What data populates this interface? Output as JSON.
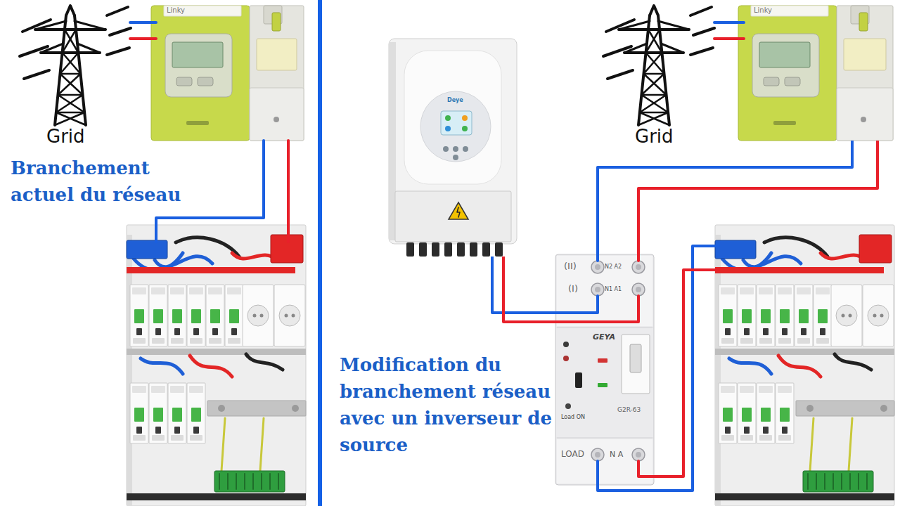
{
  "diagram": {
    "nodes": [
      {
        "text": [
          "Linky"
        ]
      },
      {
        "text": [
          "Linky"
        ]
      },
      {
        "text": [
          "Deye"
        ]
      },
      {
        "text": [
          "(II)",
          "N2 A2",
          "(I)",
          "N1 A1",
          "GEYA",
          "Load ON",
          "G2R-63",
          "LOAD",
          "N A"
        ]
      }
    ],
    "edges": [
      {
        "from": 1,
        "to": 3,
        "arrow": "none"
      },
      {
        "from": 2,
        "to": 3,
        "arrow": "none"
      }
    ],
    "labels": [
      "Grid",
      "Branchement actuel du réseau",
      "Grid",
      "Modification du branchement réseau avec un inverseur de source"
    ]
  }
}
